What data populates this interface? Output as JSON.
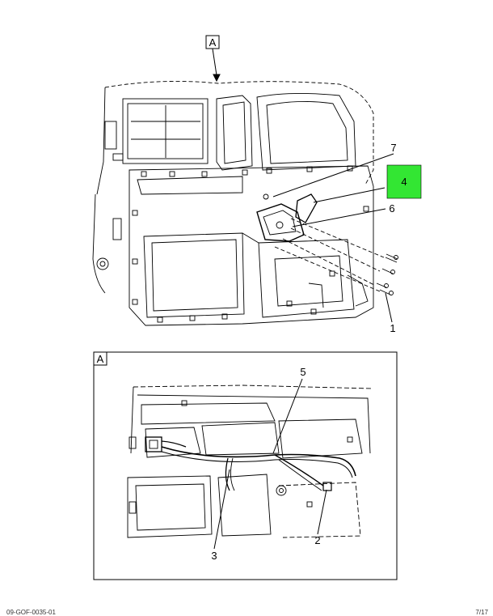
{
  "view_label": "A",
  "detail_label": "A",
  "callouts": {
    "c1": "1",
    "c2": "2",
    "c3": "3",
    "c4": "4",
    "c5": "5",
    "c6": "6",
    "c7": "7"
  },
  "highlight_color": "#33e633",
  "footer": {
    "left": "09-GOF-0035-01",
    "right": "7/17"
  }
}
